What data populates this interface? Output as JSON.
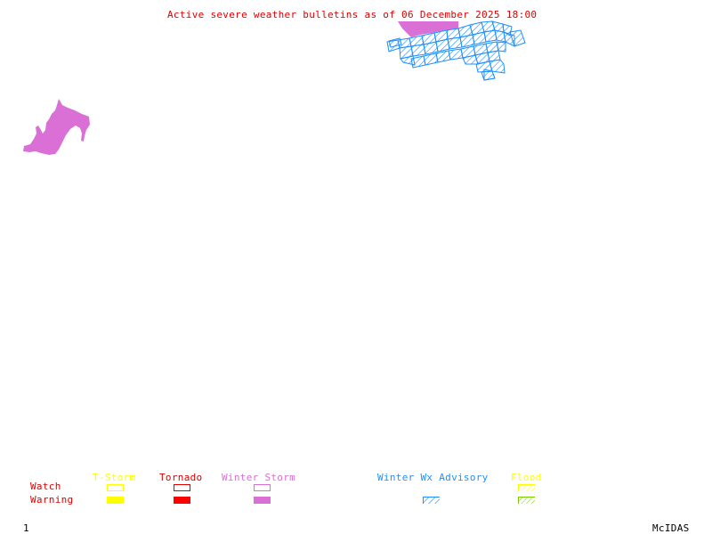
{
  "title": "Active severe weather bulletins as of 06 December 2025 18:00",
  "legend": {
    "row_labels": {
      "watch": "Watch",
      "warning": "Warning"
    },
    "row_label_color": "#e00000",
    "categories": [
      {
        "id": "tstorm",
        "label": "T-Storm",
        "color": "#ffff00",
        "watch": "outline",
        "warning": "filled"
      },
      {
        "id": "tornado",
        "label": "Tornado",
        "color": "#ff0000",
        "watch": "outline",
        "warning": "filled"
      },
      {
        "id": "winter-storm",
        "label": "Winter Storm",
        "color": "#da70d6",
        "watch": "outline",
        "warning": "filled"
      },
      {
        "id": "winter-wx-advisory",
        "label": "Winter Wx Advisory",
        "color": "#1e90ff",
        "watch": "none",
        "warning": "hatched"
      },
      {
        "id": "flood",
        "label": "Flood",
        "color": "#ffff00",
        "warning_color": "#7ccd00",
        "watch": "hatched",
        "warning": "hatched"
      }
    ]
  },
  "active_areas": [
    {
      "type": "Winter Storm Warning",
      "color": "#da70d6",
      "region": "west"
    },
    {
      "type": "Winter Storm Warning",
      "color": "#da70d6",
      "region": "northeast"
    },
    {
      "type": "Winter Wx Advisory",
      "color": "#1e90ff",
      "region": "northeast"
    }
  ],
  "footer": {
    "frame_number": "1",
    "software": "McIDAS"
  }
}
